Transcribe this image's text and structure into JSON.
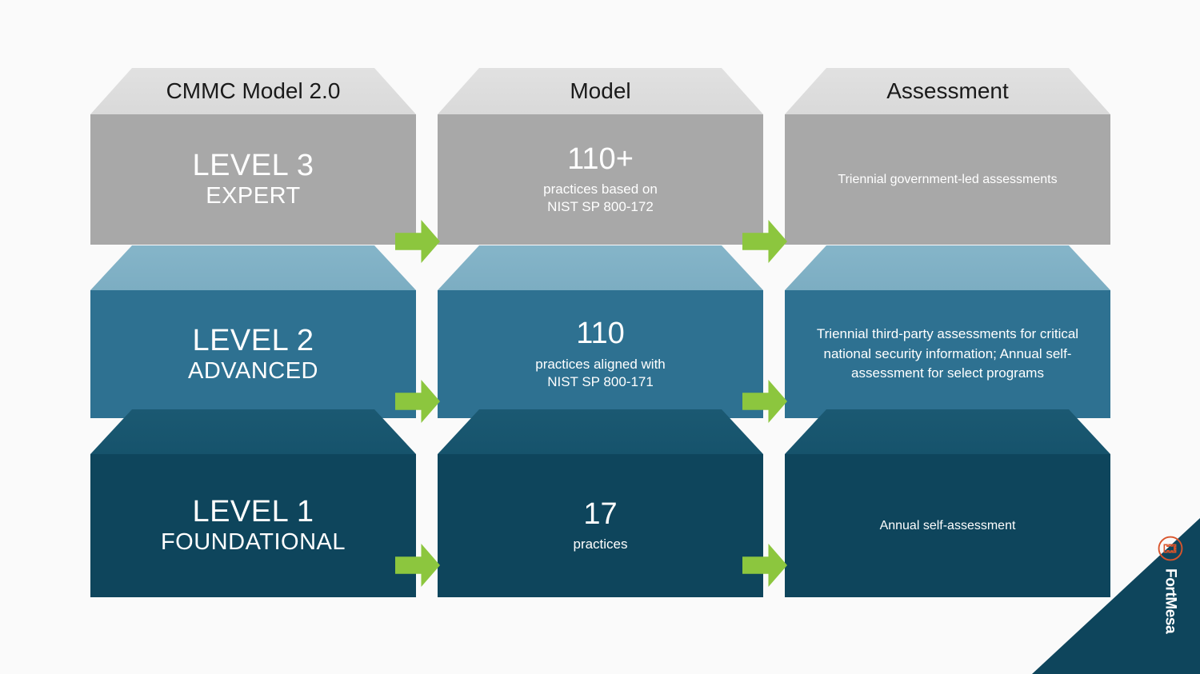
{
  "diagram": {
    "columns": [
      {
        "id": "model-20",
        "header": "CMMC Model 2.0"
      },
      {
        "id": "model",
        "header": "Model"
      },
      {
        "id": "assessment",
        "header": "Assessment"
      }
    ],
    "levels": [
      {
        "id": "level-3",
        "name": "LEVEL 3",
        "tier": "EXPERT",
        "model_count": "110+",
        "model_detail_line1": "practices based on",
        "model_detail_line2": "NIST SP 800-172",
        "assessment": "Triennial government-led assessments",
        "color_face": "#a8a8a8",
        "color_cap": "#d9d9d9"
      },
      {
        "id": "level-2",
        "name": "LEVEL 2",
        "tier": "ADVANCED",
        "model_count": "110",
        "model_detail_line1": "practices aligned with",
        "model_detail_line2": "NIST SP 800-171",
        "assessment": "Triennial third-party assessments for critical national security information; Annual self-assessment for select programs",
        "color_face": "#2e7191",
        "color_cap": "#7cadc2"
      },
      {
        "id": "level-1",
        "name": "LEVEL 1",
        "tier": "FOUNDATIONAL",
        "model_count": "17",
        "model_detail_line1": "practices",
        "model_detail_line2": "",
        "assessment": "Annual self-assessment",
        "color_face": "#0e455c",
        "color_cap": "#16536c"
      }
    ],
    "arrow_color": "#8cc63e"
  },
  "brand": {
    "name": "FortMesa",
    "mark": "fortmesa-fort-icon",
    "mark_color": "#d9542b",
    "wedge_color": "#0e455c"
  }
}
